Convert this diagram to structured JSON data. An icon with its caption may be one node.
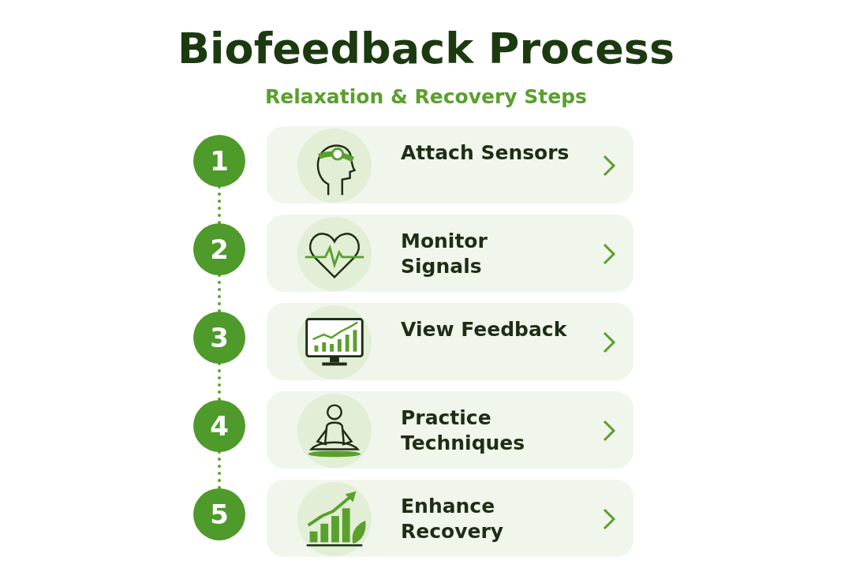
{
  "diagram": {
    "title": "Biofeedback Process",
    "nodes": [
      {
        "text": [
          "1"
        ]
      },
      {
        "text": [
          "Attach Sensors"
        ]
      },
      {
        "text": [
          "2"
        ]
      },
      {
        "text": [
          "Monitor Signals"
        ]
      },
      {
        "text": [
          "3"
        ]
      },
      {
        "text": [
          "View Feedback"
        ]
      },
      {
        "text": [
          "4"
        ]
      },
      {
        "text": [
          "Practice Techniques"
        ]
      },
      {
        "text": [
          "5"
        ]
      },
      {
        "text": [
          "Enhance Recovery"
        ]
      }
    ],
    "edges": [
      {
        "from": 0,
        "to": 2,
        "arrow": "none",
        "style": "dashed"
      },
      {
        "from": 2,
        "to": 4,
        "arrow": "none",
        "style": "dashed"
      },
      {
        "from": 4,
        "to": 6,
        "arrow": "none",
        "style": "dashed"
      },
      {
        "from": 6,
        "to": 8,
        "arrow": "none",
        "style": "dashed"
      }
    ],
    "labels": [
      "Relaxation & Recovery Steps"
    ]
  }
}
